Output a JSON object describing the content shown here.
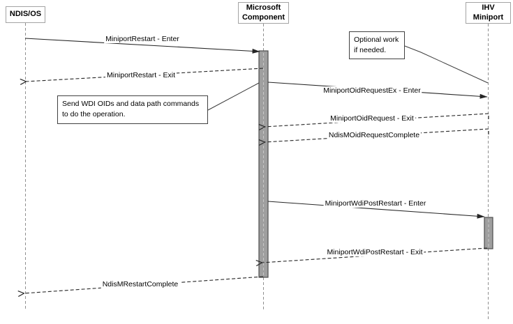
{
  "diagram_type": "uml-sequence-diagram",
  "actors": [
    {
      "id": "ndis-os",
      "lines": [
        "NDIS/OS"
      ]
    },
    {
      "id": "microsoft-component",
      "lines": [
        "Microsoft",
        "Component"
      ]
    },
    {
      "id": "ihv-miniport",
      "lines": [
        "IHV",
        "Miniport"
      ]
    }
  ],
  "notes": [
    {
      "id": "optional-work",
      "lines": [
        "Optional work",
        "if needed."
      ]
    },
    {
      "id": "send-wdi-oids",
      "lines": [
        "Send WDI OIDs and data path commands",
        "to do the operation."
      ]
    }
  ],
  "messages": [
    {
      "label": "MiniportRestart - Enter",
      "from": "ndis-os",
      "to": "microsoft-component",
      "style": "solid"
    },
    {
      "label": "MiniportRestart - Exit",
      "from": "microsoft-component",
      "to": "ndis-os",
      "style": "dashed"
    },
    {
      "label": "MiniportOidRequestEx - Enter",
      "from": "microsoft-component",
      "to": "ihv-miniport",
      "style": "solid"
    },
    {
      "label": "MiniportOidRequest - Exit",
      "from": "ihv-miniport",
      "to": "microsoft-component",
      "style": "dashed"
    },
    {
      "label": "NdisMOidRequestComplete",
      "from": "ihv-miniport",
      "to": "microsoft-component",
      "style": "dashed"
    },
    {
      "label": "MiniportWdiPostRestart - Enter",
      "from": "microsoft-component",
      "to": "ihv-miniport",
      "style": "solid"
    },
    {
      "label": "MiniportWdiPostRestart - Exit",
      "from": "ihv-miniport",
      "to": "microsoft-component",
      "style": "dashed"
    },
    {
      "label": "NdisMRestartComplete",
      "from": "microsoft-component",
      "to": "ndis-os",
      "style": "dashed"
    }
  ],
  "colors": {
    "line": "#262626",
    "lifeline": "#8f8f8f",
    "activation_fill": "#9f9f9f",
    "activation_border": "#4d4d4d",
    "header_border": "#a3a3a3",
    "note_border": "#404040",
    "background": "#ffffff"
  }
}
